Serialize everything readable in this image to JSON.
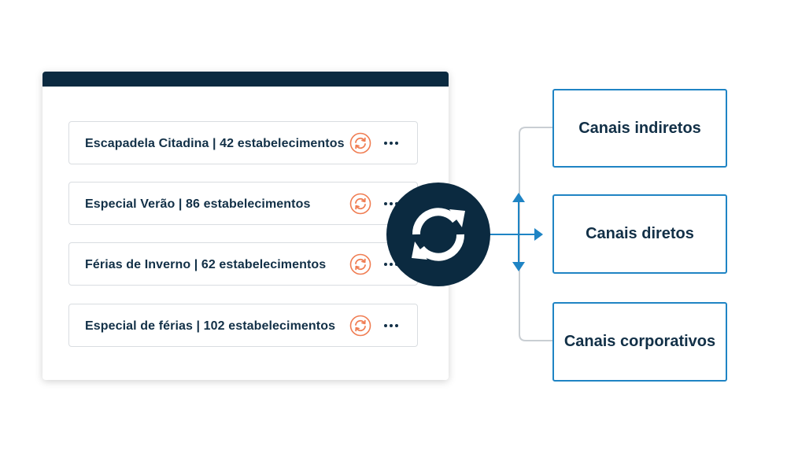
{
  "colors": {
    "navy": "#0b2a40",
    "text": "#123047",
    "sync_orange": "#f07d52",
    "channel_blue": "#1f84c4",
    "connector_gray": "#c9ced3",
    "row_border": "#d9dde1"
  },
  "panel": {
    "rows": [
      {
        "label": "Escapadela Citadina  | 42 estabelecimentos",
        "sync_icon": "sync-icon",
        "more_icon": "more-icon"
      },
      {
        "label": "Especial Verão | 86 estabelecimentos",
        "sync_icon": "sync-icon",
        "more_icon": "more-icon"
      },
      {
        "label": "Férias de Inverno  | 62 estabelecimentos",
        "sync_icon": "sync-icon",
        "more_icon": "more-icon"
      },
      {
        "label": "Especial de férias  | 102 estabelecimentos",
        "sync_icon": "sync-icon",
        "more_icon": "more-icon"
      }
    ]
  },
  "hub": {
    "icon": "sync-icon"
  },
  "channels": [
    {
      "label": "Canais indiretos"
    },
    {
      "label": "Canais diretos"
    },
    {
      "label": "Canais corporativos"
    }
  ]
}
